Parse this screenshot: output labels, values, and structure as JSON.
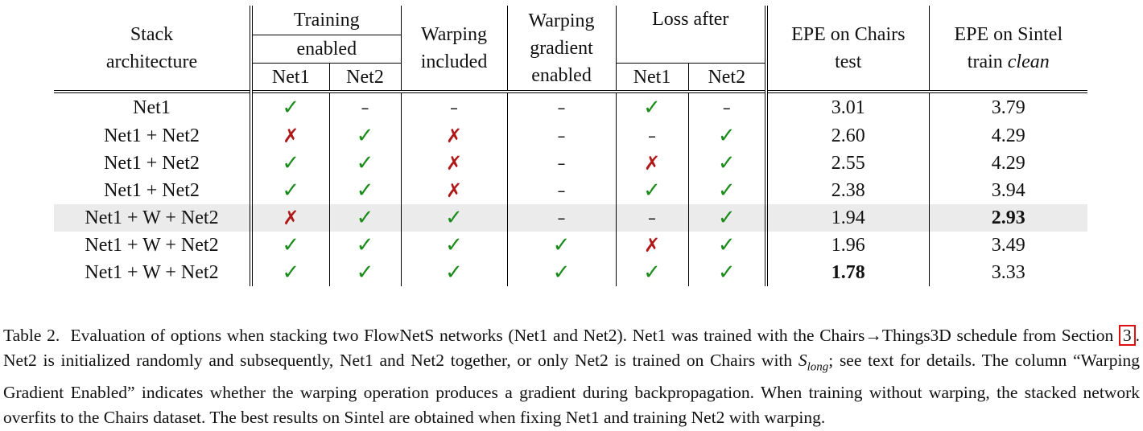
{
  "table": {
    "headers": {
      "stack_architecture": [
        "Stack",
        "architecture"
      ],
      "training_enabled": [
        "Training",
        "enabled"
      ],
      "warping_included": [
        "Warping",
        "included"
      ],
      "warping_gradient_enabled": [
        "Warping",
        "gradient",
        "enabled"
      ],
      "loss_after": "Loss after",
      "epe_chairs": [
        "EPE on Chairs",
        "test"
      ],
      "epe_sintel": [
        "EPE on Sintel",
        "train",
        "clean"
      ],
      "sub_net1": "Net1",
      "sub_net2": "Net2"
    },
    "rows": [
      {
        "arch": "Net1",
        "train_net1": "✓",
        "train_net2": "–",
        "warp": "–",
        "warp_grad": "–",
        "loss_net1": "✓",
        "loss_net2": "–",
        "epe_chairs": "3.01",
        "epe_sintel": "3.79",
        "highlighted": false
      },
      {
        "arch": "Net1 + Net2",
        "train_net1": "✗",
        "train_net2": "✓",
        "warp": "✗",
        "warp_grad": "–",
        "loss_net1": "–",
        "loss_net2": "✓",
        "epe_chairs": "2.60",
        "epe_sintel": "4.29",
        "highlighted": false
      },
      {
        "arch": "Net1 + Net2",
        "train_net1": "✓",
        "train_net2": "✓",
        "warp": "✗",
        "warp_grad": "–",
        "loss_net1": "✗",
        "loss_net2": "✓",
        "epe_chairs": "2.55",
        "epe_sintel": "4.29",
        "highlighted": false
      },
      {
        "arch": "Net1 + Net2",
        "train_net1": "✓",
        "train_net2": "✓",
        "warp": "✗",
        "warp_grad": "–",
        "loss_net1": "✓",
        "loss_net2": "✓",
        "epe_chairs": "2.38",
        "epe_sintel": "3.94",
        "highlighted": false
      },
      {
        "arch": "Net1 + W + Net2",
        "train_net1": "✗",
        "train_net2": "✓",
        "warp": "✓",
        "warp_grad": "–",
        "loss_net1": "–",
        "loss_net2": "✓",
        "epe_chairs": "1.94",
        "epe_sintel": "2.93",
        "highlighted": true
      },
      {
        "arch": "Net1 + W + Net2",
        "train_net1": "✓",
        "train_net2": "✓",
        "warp": "✓",
        "warp_grad": "✓",
        "loss_net1": "✗",
        "loss_net2": "✓",
        "epe_chairs": "1.96",
        "epe_sintel": "3.49",
        "highlighted": false
      },
      {
        "arch": "Net1 + W + Net2",
        "train_net1": "✓",
        "train_net2": "✓",
        "warp": "✓",
        "warp_grad": "✓",
        "loss_net1": "✓",
        "loss_net2": "✓",
        "epe_chairs": "1.78",
        "epe_sintel": "3.33",
        "highlighted": false
      }
    ],
    "best": {
      "epe_chairs": "1.78",
      "epe_sintel": "2.93"
    },
    "colors": {
      "check": "#1a8c1a",
      "cross": "#b01818",
      "highlight_row": "#ebebeb",
      "ref_box": "#e01010"
    }
  },
  "caption": {
    "label": "Table 2.",
    "part1": "Evaluation of options when stacking two FlowNetS networks (Net1 and Net2). Net1 was trained with the Chairs→Things3D schedule from Section",
    "ref": "3",
    "part2": ". Net2 is initialized randomly and subsequently, Net1 and Net2 together, or only Net2 is trained on Chairs with",
    "math_base": "S",
    "math_sub": "long",
    "part3": "; see text for details. The column “Warping Gradient Enabled” indicates whether the warping operation produces a gradient during backpropagation. When training without warping, the stacked network overfits to the Chairs dataset. The best results on Sintel are obtained when fixing Net1 and training Net2 with warping."
  }
}
